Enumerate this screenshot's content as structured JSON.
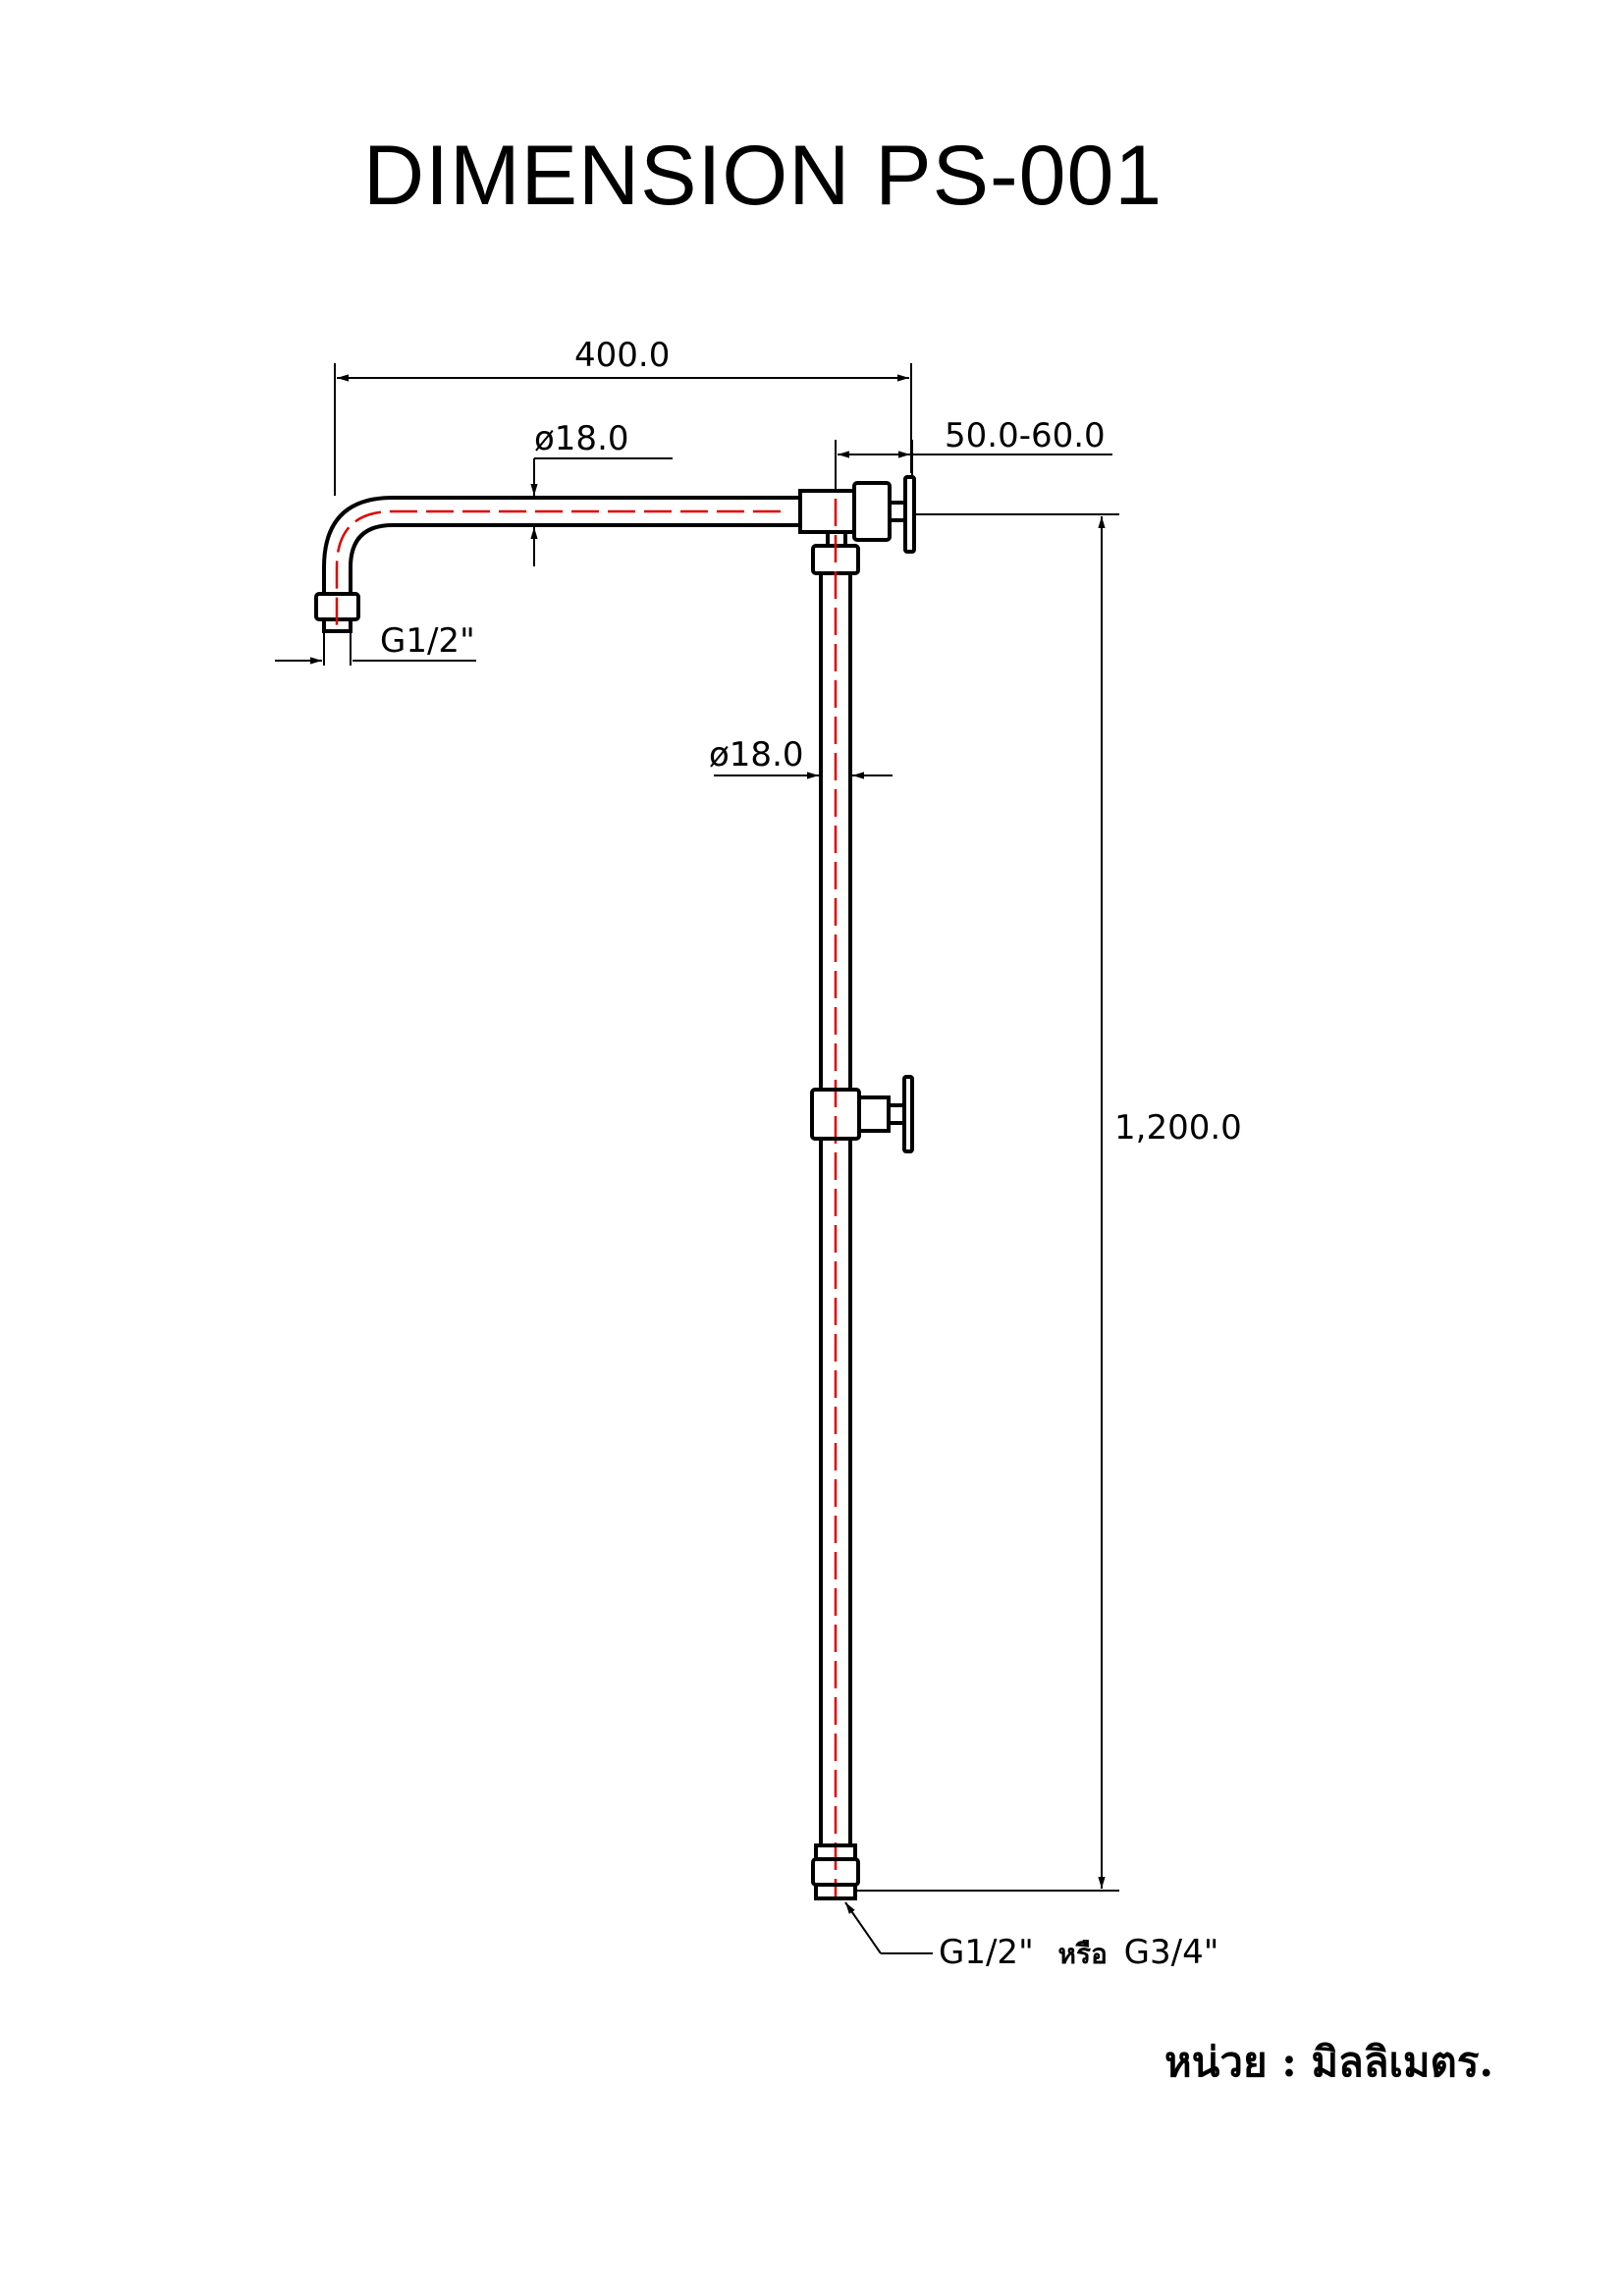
{
  "title": "DIMENSION PS-001",
  "units_note": "หน่วย : มิลลิเมตร.",
  "colors": {
    "outline": "#000000",
    "centerline": "#e00000",
    "background": "#ffffff"
  },
  "dimensions": {
    "arm_length": "400.0",
    "arm_diameter": "ø18.0",
    "wall_offset": "50.0-60.0",
    "arm_thread": "G1/2\"",
    "pipe_diameter": "ø18.0",
    "riser_height": "1,200.0",
    "bottom_thread_a": "G1/2\"",
    "bottom_thread_or": "หรือ",
    "bottom_thread_b": "G3/4\""
  }
}
